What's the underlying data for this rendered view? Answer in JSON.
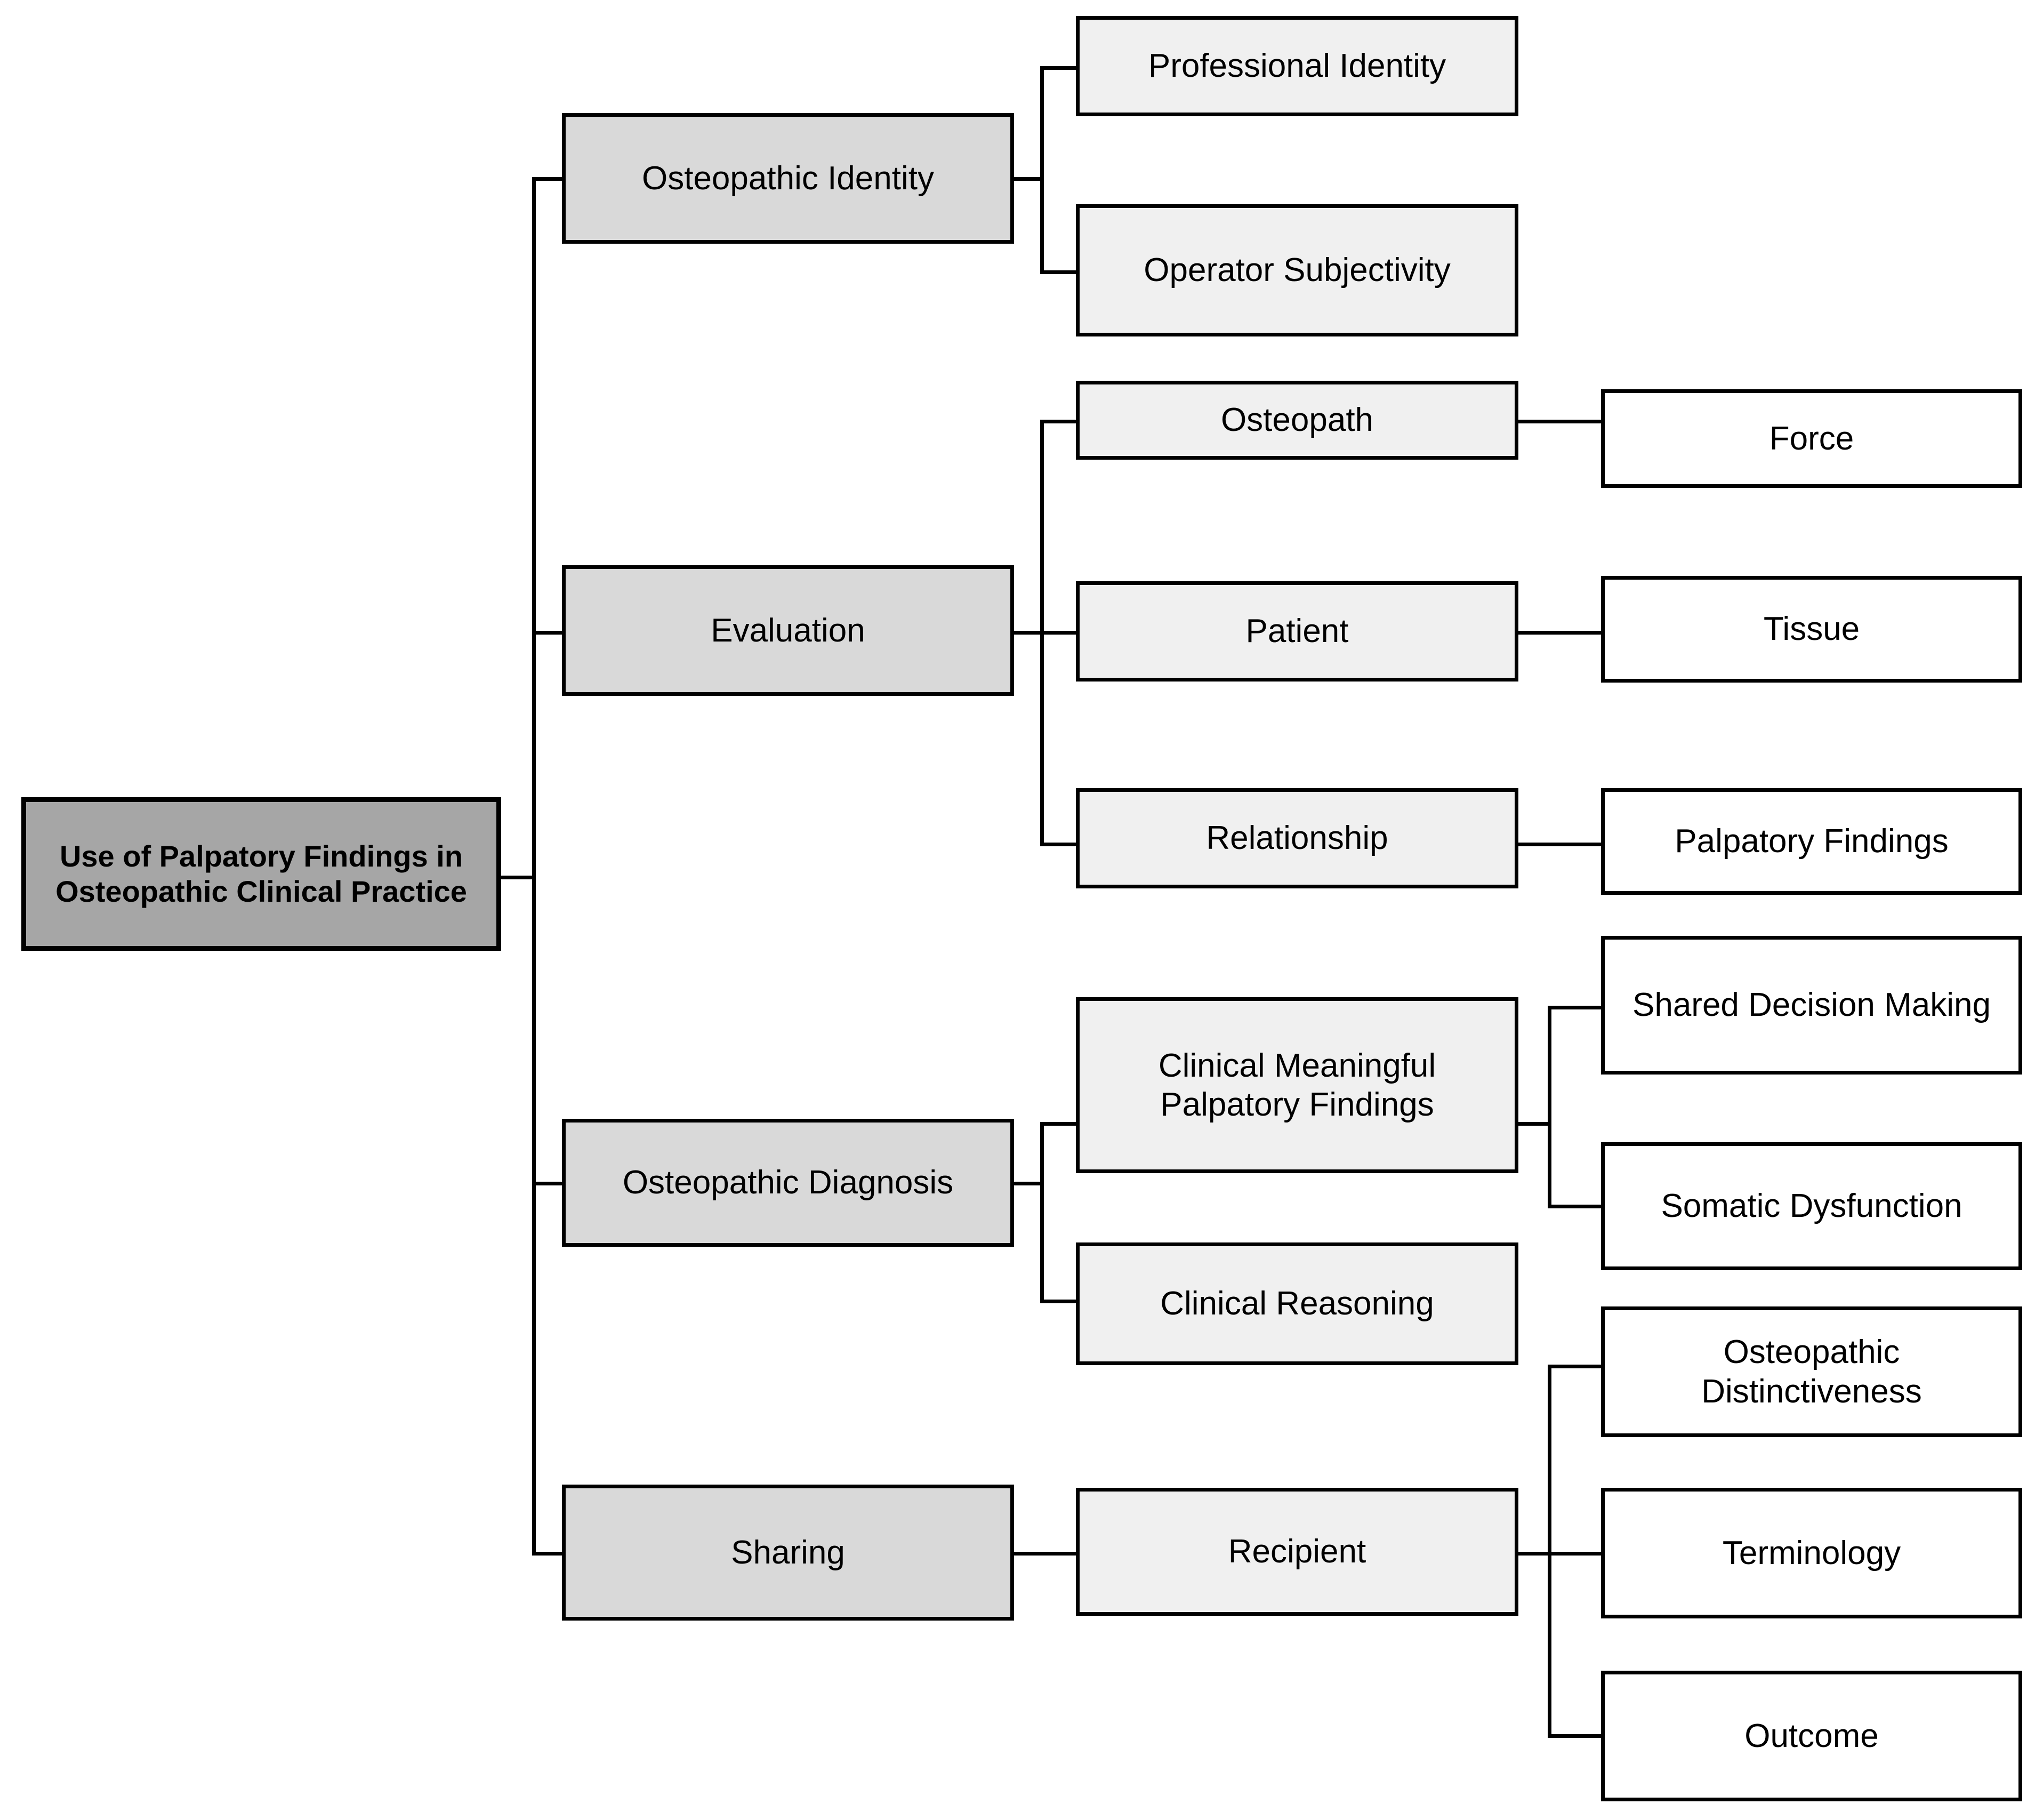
{
  "diagram": {
    "title": "Use of Palpatory Findings in Osteopathic Clinical Practice",
    "type": "hierarchical-tree",
    "orientation": "left-to-right",
    "colors": {
      "root_fill": "#a6a6a6",
      "level2_fill": "#d9d9d9",
      "level3_fill": "#f0f0f0",
      "level4_fill": "#ffffff",
      "border": "#000000",
      "text": "#000000",
      "background": "#ffffff"
    },
    "root": {
      "label": "Use of Palpatory Findings in Osteopathic Clinical Practice"
    },
    "branches": [
      {
        "label": "Osteopathic Identity",
        "children": [
          {
            "label": "Professional Identity",
            "children": []
          },
          {
            "label": "Operator Subjectivity",
            "children": []
          }
        ]
      },
      {
        "label": "Evaluation",
        "children": [
          {
            "label": "Osteopath",
            "children": [
              {
                "label": "Force"
              }
            ]
          },
          {
            "label": "Patient",
            "children": [
              {
                "label": "Tissue"
              }
            ]
          },
          {
            "label": "Relationship",
            "children": [
              {
                "label": "Palpatory Findings"
              }
            ]
          }
        ]
      },
      {
        "label": "Osteopathic Diagnosis",
        "children": [
          {
            "label": "Clinical Meaningful Palpatory Findings",
            "children": [
              {
                "label": "Shared Decision Making"
              },
              {
                "label": "Somatic Dysfunction"
              }
            ]
          },
          {
            "label": "Clinical Reasoning",
            "children": []
          }
        ]
      },
      {
        "label": "Sharing",
        "children": [
          {
            "label": "Recipient",
            "children": [
              {
                "label": "Osteopathic Distinctiveness"
              },
              {
                "label": "Terminology"
              },
              {
                "label": "Outcome"
              }
            ]
          }
        ]
      }
    ],
    "nodes": {
      "root": "Use of Palpatory Findings in Osteopathic Clinical Practice",
      "osteopathic_identity": "Osteopathic Identity",
      "professional_identity": "Professional Identity",
      "operator_subjectivity": "Operator Subjectivity",
      "evaluation": "Evaluation",
      "osteopath": "Osteopath",
      "patient": "Patient",
      "relationship": "Relationship",
      "force": "Force",
      "tissue": "Tissue",
      "palpatory_findings": "Palpatory Findings",
      "osteopathic_diagnosis": "Osteopathic Diagnosis",
      "clinical_meaningful_palpatory_findings": "Clinical Meaningful Palpatory Findings",
      "clinical_reasoning": "Clinical Reasoning",
      "shared_decision_making": "Shared Decision Making",
      "somatic_dysfunction": "Somatic Dysfunction",
      "sharing": "Sharing",
      "recipient": "Recipient",
      "osteopathic_distinctiveness": "Osteopathic Distinctiveness",
      "terminology": "Terminology",
      "outcome": "Outcome"
    }
  }
}
